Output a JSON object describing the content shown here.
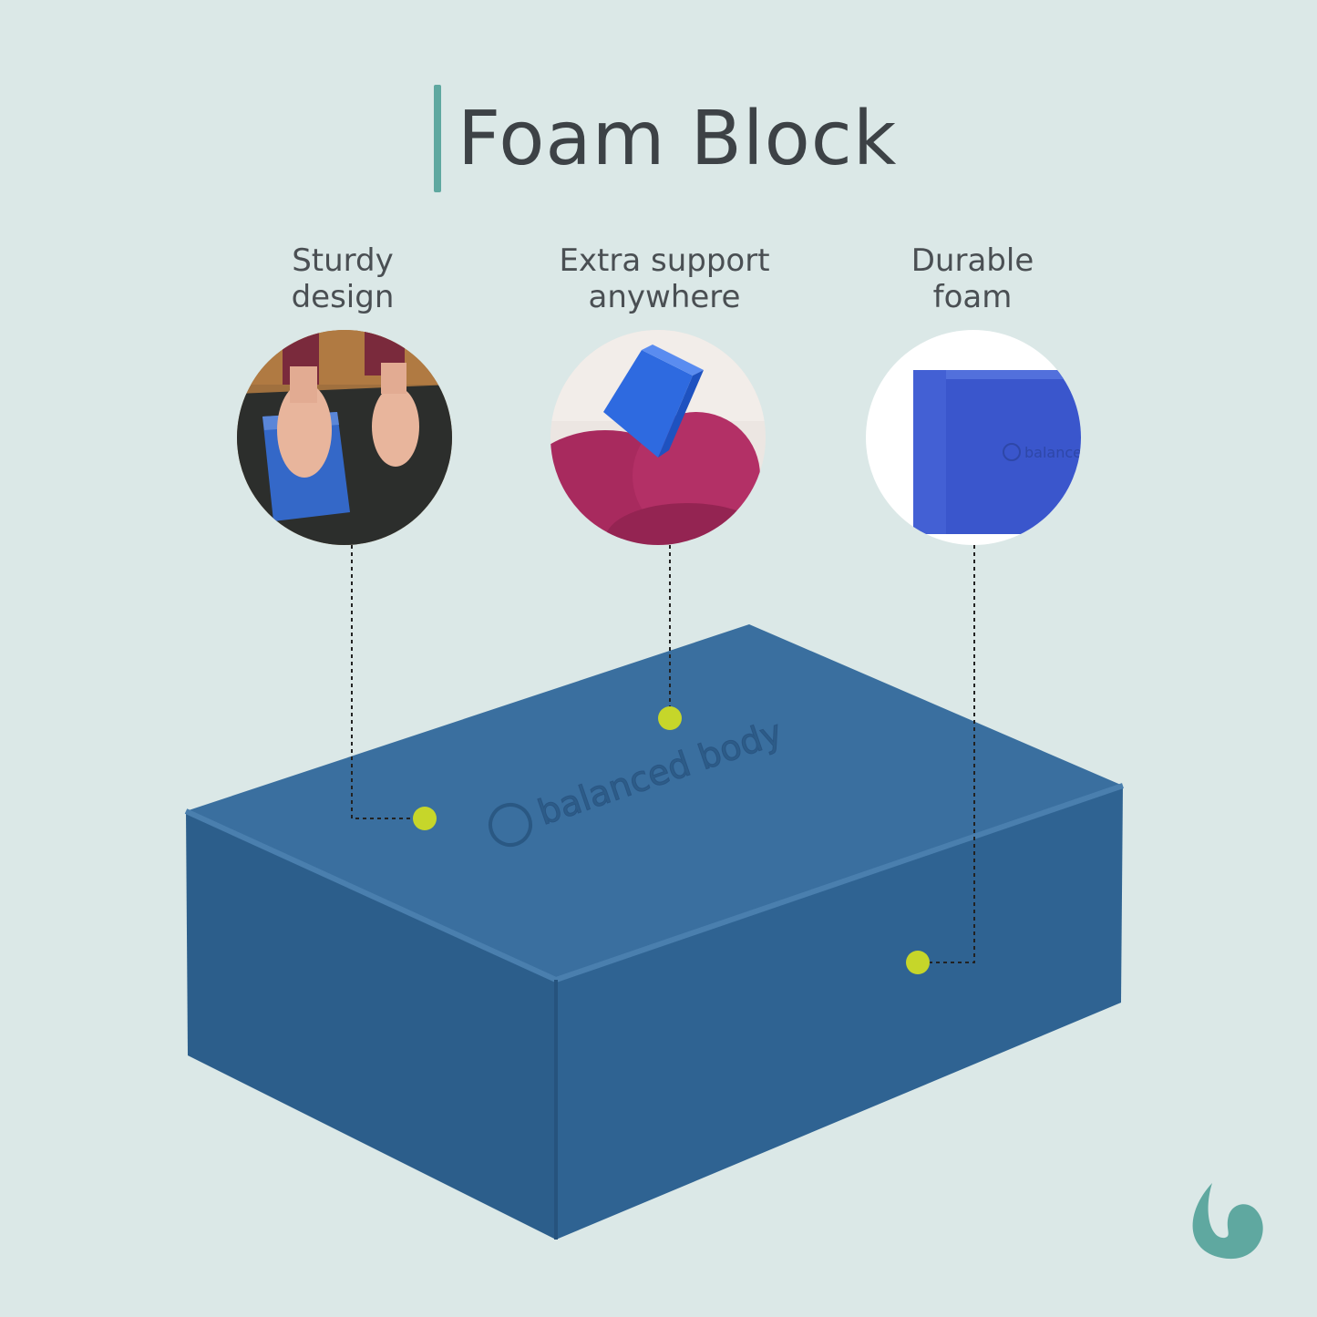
{
  "title": "Foam Block",
  "features": [
    {
      "label_line1": "Sturdy",
      "label_line2": "design"
    },
    {
      "label_line1": "Extra support",
      "label_line2": "anywhere"
    },
    {
      "label_line1": "Durable",
      "label_line2": "foam"
    }
  ],
  "block_logo_text": "balanced body",
  "small_logo_text": "balanced",
  "colors": {
    "background": "#dbe8e7",
    "accent": "#5fa8a0",
    "block": "#2f5f8e",
    "dot": "#c6d62a"
  }
}
